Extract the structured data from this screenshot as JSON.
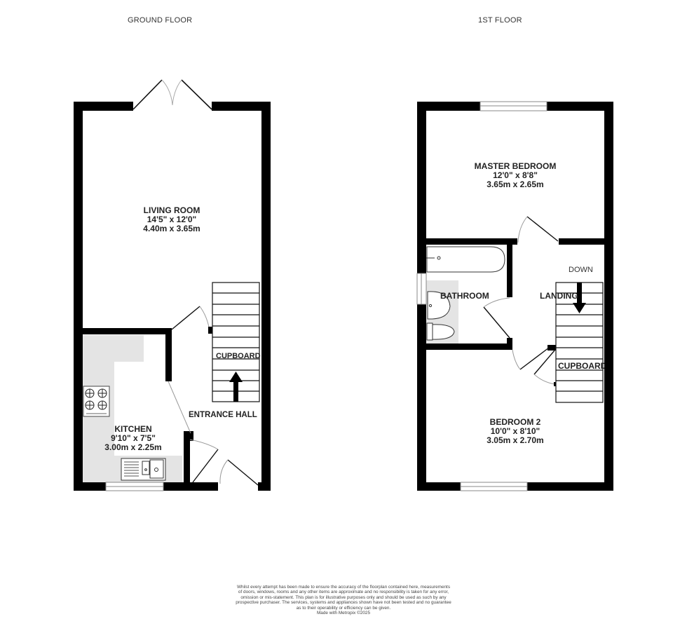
{
  "floors": {
    "ground": {
      "title": "GROUND FLOOR",
      "rooms": {
        "living_room": {
          "name": "LIVING ROOM",
          "imperial": "14'5\"  x 12'0\"",
          "metric": "4.40m  x 3.65m"
        },
        "kitchen": {
          "name": "KITCHEN",
          "imperial": "9'10\"  x 7'5\"",
          "metric": "3.00m  x 2.25m"
        },
        "entrance_hall": {
          "name": "ENTRANCE HALL"
        },
        "cupboard": {
          "name": "CUPBOARD"
        }
      }
    },
    "first": {
      "title": "1ST FLOOR",
      "rooms": {
        "master_bedroom": {
          "name": "MASTER BEDROOM",
          "imperial": "12'0\"  x 8'8\"",
          "metric": "3.65m  x 2.65m"
        },
        "bathroom": {
          "name": "BATHROOM"
        },
        "landing": {
          "name": "LANDING"
        },
        "stairs_direction": "DOWN",
        "cupboard": {
          "name": "CUPBOARD"
        },
        "bedroom_2": {
          "name": "BEDROOM 2",
          "imperial": "10'0\"  x 8'10\"",
          "metric": "3.05m  x 2.70m"
        }
      }
    }
  },
  "disclaimer": {
    "lines": [
      "Whilst every attempt has been made to ensure the accuracy of the floorplan contained here, measurements",
      "of doors, windows, rooms and any other items are approximate and no responsibility is taken for any error,",
      "omission or mis-statement. This plan is for illustrative purposes only and should be used as such by any",
      "prospective purchaser. The services, systems and appliances shown have not been tested and no guarantee",
      "as to their operability or efficiency can be given.",
      "Made with Metropix ©2025"
    ]
  },
  "colors": {
    "wall": "#000000",
    "fixture_fill": "#e4e4e4",
    "background": "#ffffff"
  }
}
